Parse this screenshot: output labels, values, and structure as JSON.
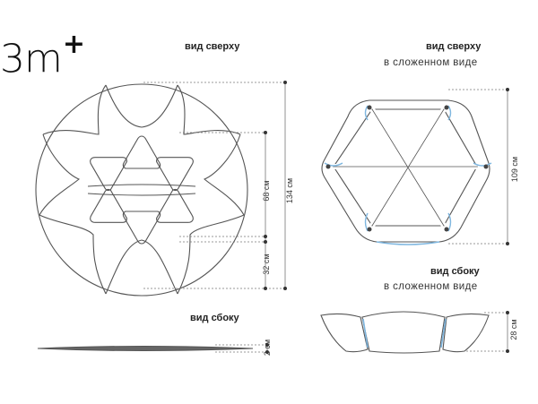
{
  "brand": {
    "logo_text": "3m",
    "logo_plus": "+"
  },
  "labels": {
    "top_view": "вид сверху",
    "top_view_right": "вид сверху",
    "folded_right": "в сложенном виде",
    "side_view_left": "вид сбоку",
    "side_view_right": "вид сбоку",
    "folded_side_right": "в сложенном виде"
  },
  "dimensions": {
    "inner": "68 см",
    "overall": "134 см",
    "petal": "32 см",
    "thickness": "2 см",
    "folded_width": "109 см",
    "folded_height": "28 см"
  },
  "colors": {
    "line": "#555555",
    "accent": "#7fb7e0"
  }
}
